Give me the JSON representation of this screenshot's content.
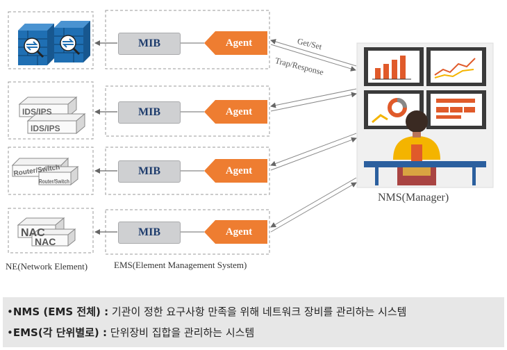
{
  "labels": {
    "ne": "NE(Network Element)",
    "ems": "EMS(Element Management System)",
    "nms": "NMS(Manager)",
    "get_set": "Get/Set",
    "trap_response": "Trap/Response"
  },
  "ems_rows": [
    {
      "mib": "MIB",
      "agent": "Agent"
    },
    {
      "mib": "MIB",
      "agent": "Agent"
    },
    {
      "mib": "MIB",
      "agent": "Agent"
    },
    {
      "mib": "MIB",
      "agent": "Agent"
    }
  ],
  "ne_devices": [
    {
      "icon": "firewall-icon",
      "text": ""
    },
    {
      "icon": "ids-ips-device-icon",
      "text": "IDS/IPS"
    },
    {
      "icon": "router-switch-device-icon",
      "text": "Router/Switch"
    },
    {
      "icon": "nac-device-icon",
      "text": "NAC"
    }
  ],
  "legend": {
    "nms_term": "NMS (EMS 전체) :",
    "nms_desc": " 기관이 정한 요구사항 만족을 위해 네트워크 장비를 관리하는 시스템",
    "ems_term": "EMS(각 단위별로) :",
    "ems_desc": " 단위장비 집합을 관리하는 시스템"
  },
  "colors": {
    "agent_orange": "#ee7d31",
    "mib_gray": "#cfd0d2",
    "mib_text": "#1f3d6d",
    "firewall_blue": "#1f6fb3",
    "legend_bg": "#e7e7e7"
  }
}
